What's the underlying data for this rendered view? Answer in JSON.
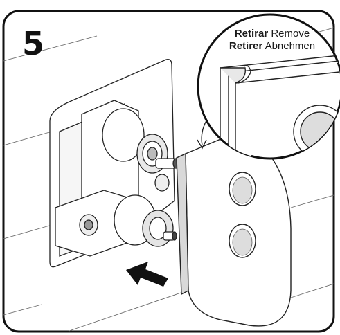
{
  "step": {
    "number": "5"
  },
  "callout": {
    "line1_bold": "Retirar",
    "line1_regular": "Remove",
    "line2_bold": "Retirer",
    "line2_regular": "Abnehmen"
  }
}
